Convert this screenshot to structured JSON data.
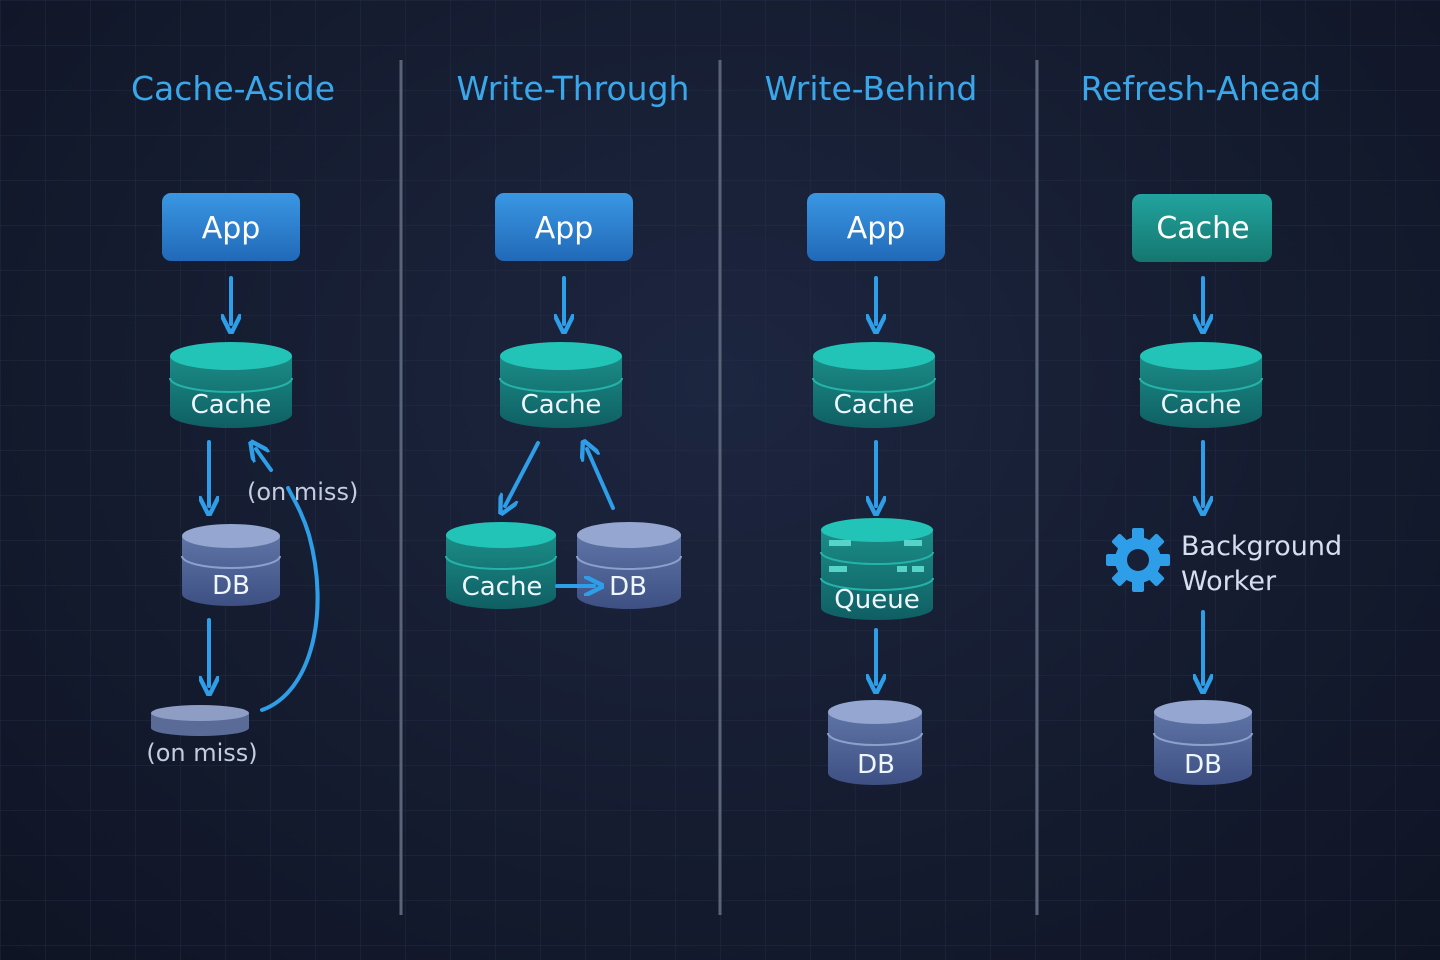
{
  "colors": {
    "accent": "#39a7ea",
    "app_box": "#2b7fd0",
    "cache_box": "#1a8f8c",
    "cache_cylinder": "#1b8a86",
    "db_cylinder": "#5a6fa0",
    "arrow": "#2f9ee8",
    "background": "#151c30"
  },
  "columns": [
    {
      "title": "Cache-Aside",
      "app": "App",
      "cache": "Cache",
      "db": "DB",
      "note_right": "(on miss)",
      "note_bottom": "(on miss)"
    },
    {
      "title": "Write-Through",
      "app": "App",
      "cache": "Cache",
      "cache_left": "Cache",
      "db": "DB"
    },
    {
      "title": "Write-Behind",
      "app": "App",
      "cache": "Cache",
      "queue": "Queue",
      "db": "DB"
    },
    {
      "title": "Refresh-Ahead",
      "top": "Cache",
      "cache": "Cache",
      "worker_line1": "Background",
      "worker_line2": "Worker",
      "worker_icon": "gear-icon",
      "db": "DB"
    }
  ]
}
